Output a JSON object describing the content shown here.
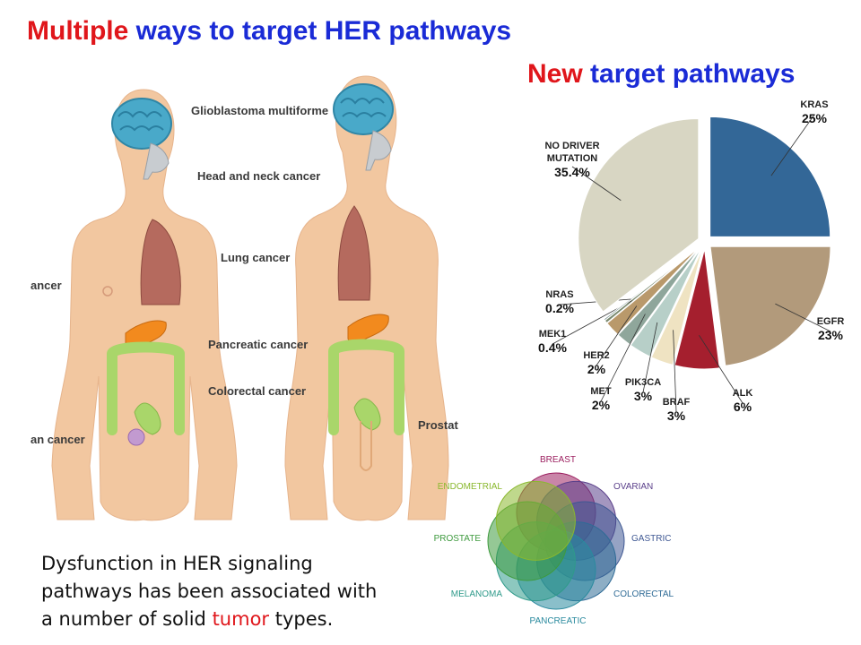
{
  "title": {
    "part1": "Multiple",
    "part2": " ways to target HER pathways"
  },
  "subtitle": {
    "part1": "New",
    "part2": "  target  pathways"
  },
  "cancer_labels": {
    "glioblastoma": "Glioblastoma multiforme",
    "head_neck": "Head and neck cancer",
    "lung": "Lung cancer",
    "breast_partial": "ancer",
    "pancreatic": "Pancreatic cancer",
    "colorectal": "Colorectal cancer",
    "ovarian_partial": "an cancer",
    "prostate_partial": "Prostat"
  },
  "caption": {
    "line1": "Dysfunction in HER signaling",
    "line2": "pathways has been associated with",
    "line3_pre": "a number of solid ",
    "line3_red": "tumor",
    "line3_post": " types."
  },
  "chart_data": [
    {
      "type": "pie",
      "title": "New  target  pathways",
      "slices": [
        {
          "name": "KRAS",
          "value": 25,
          "label": "25%",
          "color": "#336797"
        },
        {
          "name": "EGFR",
          "value": 23,
          "label": "23%",
          "color": "#b29a7b"
        },
        {
          "name": "ALK",
          "value": 6,
          "label": "6%",
          "color": "#a51f2e"
        },
        {
          "name": "BRAF",
          "value": 3,
          "label": "3%",
          "color": "#efe3c2"
        },
        {
          "name": "PIK3CA",
          "value": 3,
          "label": "3%",
          "color": "#b7cfc8"
        },
        {
          "name": "MET",
          "value": 2,
          "label": "2%",
          "color": "#8fa69b"
        },
        {
          "name": "HER2",
          "value": 2,
          "label": "2%",
          "color": "#b9996b"
        },
        {
          "name": "MEK1",
          "value": 0.4,
          "label": "0.4%",
          "color": "#7a8a70"
        },
        {
          "name": "NRAS",
          "value": 0.2,
          "label": "0.2%",
          "color": "#5f7d7a"
        },
        {
          "name": "NO DRIVER MUTATION",
          "value": 35.4,
          "label": "35.4%",
          "color": "#d8d6c3"
        }
      ],
      "legend": "none"
    },
    {
      "type": "other",
      "subtype": "venn-flower",
      "petals": [
        {
          "name": "BREAST",
          "color": "#9c2060"
        },
        {
          "name": "OVARIAN",
          "color": "#5a3f8a"
        },
        {
          "name": "GASTRIC",
          "color": "#3f5893"
        },
        {
          "name": "COLORECTAL",
          "color": "#2f6b96"
        },
        {
          "name": "PANCREATIC",
          "color": "#2a8a9e"
        },
        {
          "name": "MELANOMA",
          "color": "#2f9a8a"
        },
        {
          "name": "PROSTATE",
          "color": "#3e9a3e"
        },
        {
          "name": "ENDOMETRIAL",
          "color": "#8ab82e"
        }
      ]
    }
  ]
}
